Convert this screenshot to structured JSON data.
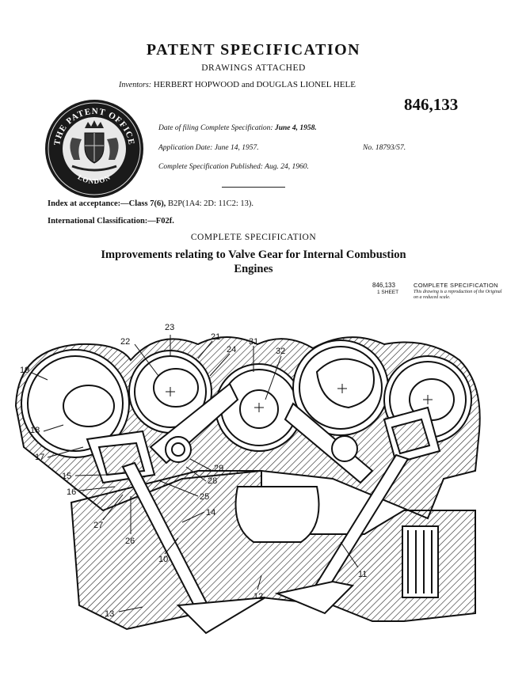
{
  "header": {
    "title": "PATENT SPECIFICATION",
    "subtitle": "DRAWINGS ATTACHED",
    "inventors_label": "Inventors:",
    "inventors_names": "HERBERT HOPWOOD and DOUGLAS LIONEL HELE",
    "patent_number": "846,133"
  },
  "seal": {
    "icon": "royal-coat-of-arms-seal",
    "top_text": "THE PATENT OFFICE",
    "bottom_text": "LONDON"
  },
  "dates": {
    "filing_label": "Date of filing Complete Specification:",
    "filing_value": "June 4, 1958.",
    "application_label": "Application Date:",
    "application_value": "June 14, 1957.",
    "application_number": "No. 18793/57.",
    "published_label": "Complete Specification Published:",
    "published_value": "Aug. 24, 1960."
  },
  "classification": {
    "index_label": "Index at acceptance:—Class 7(6),",
    "index_value": "B2P(1A4: 2D: 11C2: 13).",
    "intl_label": "International Classification:—F02f."
  },
  "specification": {
    "label": "COMPLETE SPECIFICATION",
    "title_line1": "Improvements relating to Valve Gear for Internal Combustion",
    "title_line2": "Engines"
  },
  "sheet": {
    "number": "846,133",
    "label": "COMPLETE SPECIFICATION",
    "count": "1 SHEET",
    "note": "This drawing is a reproduction of the Original on a reduced scale."
  },
  "drawing": {
    "labels": [
      "23",
      "22",
      "21",
      "24",
      "31",
      "32",
      "19",
      "18",
      "17",
      "15",
      "16",
      "27",
      "26",
      "29",
      "28",
      "25",
      "14",
      "10",
      "12",
      "11",
      "13"
    ]
  }
}
